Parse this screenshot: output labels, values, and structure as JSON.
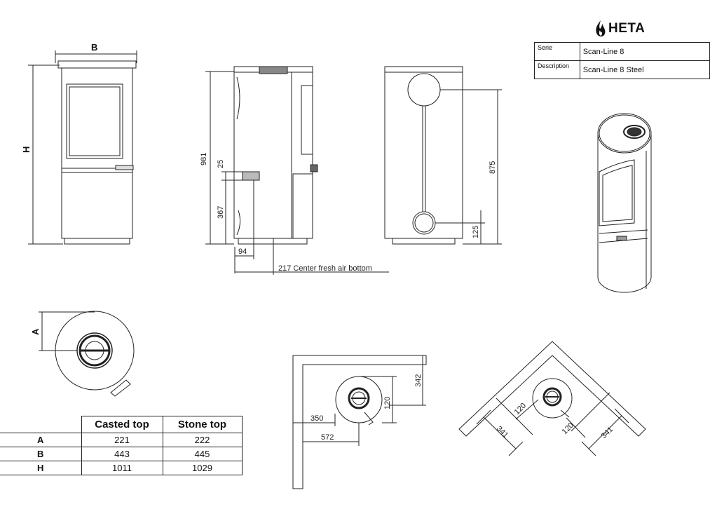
{
  "logo": {
    "text": "HETA",
    "icon": "flame-icon"
  },
  "info_table": [
    {
      "key": "Serie",
      "value": "Scan-Line 8"
    },
    {
      "key": "Description",
      "value": "Scan-Line 8 Steel"
    }
  ],
  "front_view": {
    "width_label": "B",
    "height_label": "H"
  },
  "side_view": {
    "height_total": "981",
    "offset_small": "25",
    "height_inlet": "367",
    "offset_94": "94",
    "center_fresh_air": "217 Center fresh air bottom"
  },
  "rear_view": {
    "height_top_outlet": "875",
    "height_rear_outlet": "125"
  },
  "top_view": {
    "depth_label": "A"
  },
  "wall_view": {
    "clear_342": "342",
    "clear_120": "120",
    "clear_350": "350",
    "clear_572": "572"
  },
  "corner_view": {
    "left_341": "341",
    "left_120": "120",
    "right_120": "120",
    "right_341": "341"
  },
  "dims_table": {
    "headers": [
      "",
      "Casted top",
      "Stone top"
    ],
    "rows": [
      {
        "label": "A",
        "casted": "221",
        "stone": "222"
      },
      {
        "label": "B",
        "casted": "443",
        "stone": "445"
      },
      {
        "label": "H",
        "casted": "1011",
        "stone": "1029"
      }
    ]
  },
  "colors": {
    "line": "#222222",
    "background": "#ffffff"
  }
}
